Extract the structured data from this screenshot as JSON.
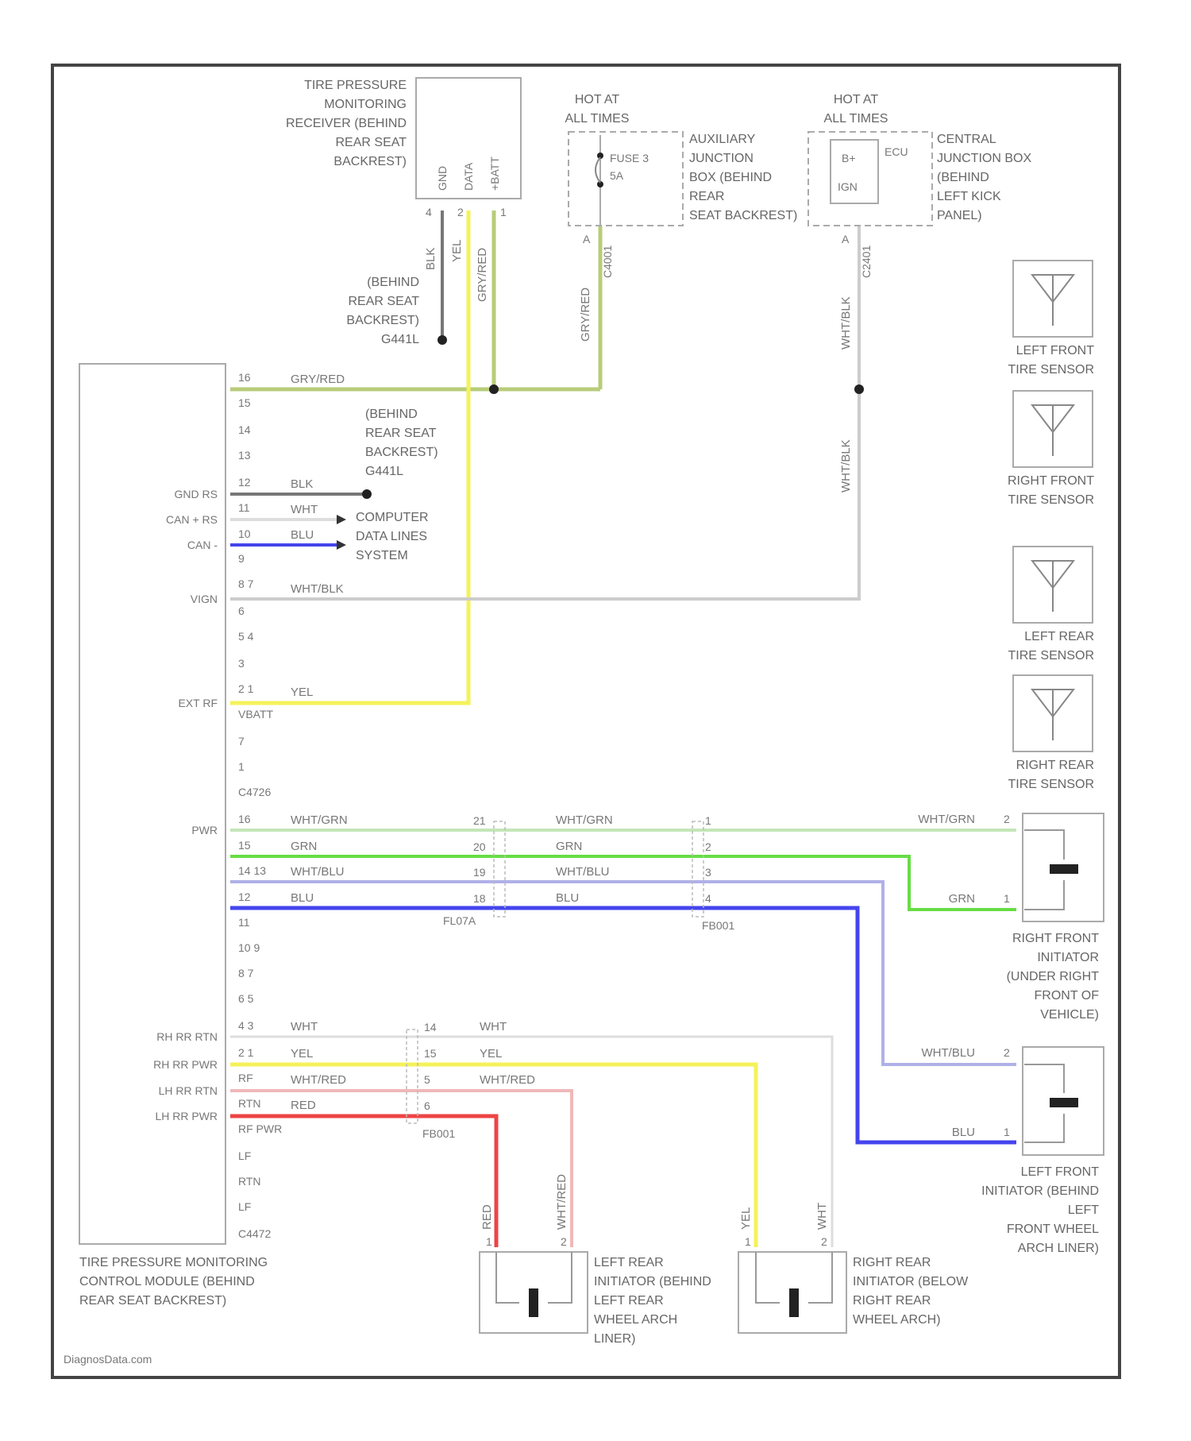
{
  "wire_colors": {
    "gry_red": "#b8cc7a",
    "yel": "#f4f25a",
    "blk": "#777777",
    "wht": "#dddddd",
    "blu": "#4444ee",
    "wht_blu": "#b0b0e8",
    "grn": "#66dd44",
    "wht_grn": "#c4e6b8",
    "wht_red": "#f0b8b8",
    "red": "#ee4444"
  },
  "receiver": {
    "label_lines": [
      "TIRE PRESSURE",
      "MONITORING",
      "RECEIVER (BEHIND",
      "REAR SEAT",
      "BACKREST)"
    ],
    "pins": [
      "GND",
      "DATA",
      "+BATT"
    ],
    "pin_numbers": [
      "4",
      "2",
      "1"
    ],
    "wires": [
      "BLK",
      "YEL",
      "GRY/RED"
    ]
  },
  "ground_g1": {
    "label_lines": [
      "(BEHIND",
      "REAR SEAT",
      "BACKREST)",
      "G441L"
    ]
  },
  "aux_junction": {
    "hot_label": [
      "HOT AT",
      "ALL TIMES"
    ],
    "fuse_lines": [
      "FUSE 3",
      "5A"
    ],
    "label_lines": [
      "AUXILIARY",
      "JUNCTION",
      "BOX (BEHIND",
      "REAR",
      "SEAT BACKREST)"
    ],
    "pin": "A",
    "connector": "C4001",
    "wire": "GRY/RED"
  },
  "central_junction": {
    "hot_label": [
      "HOT AT",
      "ALL TIMES"
    ],
    "inner": [
      "B+",
      "IGN"
    ],
    "side": "ECU",
    "label_lines": [
      "CENTRAL",
      "JUNCTION BOX",
      "(BEHIND",
      "LEFT KICK",
      "PANEL)"
    ],
    "pin": "A",
    "connector": "C2401",
    "wire": "WHT/BLK"
  },
  "module": {
    "label_lines": [
      "TIRE PRESSURE MONITORING",
      "CONTROL MODULE (BEHIND",
      "REAR SEAT BACKREST)"
    ],
    "side_labels": [
      "GND RS",
      "CAN + RS",
      "CAN -",
      "VIGN",
      "EXT RF",
      "PWR",
      "RH RR RTN",
      "RH RR PWR",
      "LH RR RTN",
      "LH RR PWR"
    ],
    "pins": [
      "16",
      "15",
      "14",
      "13",
      "12",
      "11",
      "10",
      "9",
      "8 7",
      "6",
      "5 4",
      "3",
      "2 1",
      "VBATT",
      "7",
      "1",
      "C4726",
      "16",
      "15",
      "14 13",
      "12",
      "11",
      "10 9",
      "8 7",
      "6 5",
      "4 3",
      "2 1",
      "RF",
      "RTN",
      "RF PWR",
      "LF",
      "RTN",
      "LF",
      "C4472"
    ],
    "wire_labels": [
      "GRY/RED",
      "BLK",
      "WHT",
      "BLU",
      "WHT/BLK",
      "YEL",
      "WHT/GRN",
      "GRN",
      "WHT/BLU",
      "BLU",
      "WHT",
      "YEL",
      "WHT/RED",
      "RED"
    ]
  },
  "data_lines": [
    "COMPUTER",
    "DATA LINES",
    "SYSTEM"
  ],
  "connector_c4": {
    "pins_left": [
      "21",
      "20",
      "19",
      "18"
    ],
    "name": "FL07A",
    "pins_right": [
      "1",
      "2",
      "3",
      "4"
    ],
    "name_right": "FB001",
    "wires_mid": [
      "WHT/GRN",
      "GRN",
      "WHT/BLU",
      "BLU"
    ]
  },
  "connector_c5": {
    "pins": [
      "14",
      "15",
      "5",
      "6"
    ],
    "name": "FB001",
    "wires_mid": [
      "WHT",
      "YEL",
      "WHT/RED"
    ]
  },
  "sensors": [
    {
      "label_lines": [
        "LEFT FRONT",
        "TIRE SENSOR"
      ]
    },
    {
      "label_lines": [
        "RIGHT FRONT",
        "TIRE SENSOR"
      ]
    },
    {
      "label_lines": [
        "LEFT REAR",
        "TIRE SENSOR"
      ]
    },
    {
      "label_lines": [
        "RIGHT REAR",
        "TIRE SENSOR"
      ]
    }
  ],
  "rf_initiator": {
    "label_lines": [
      "RIGHT FRONT",
      "INITIATOR",
      "(UNDER RIGHT",
      "FRONT OF",
      "VEHICLE)"
    ],
    "wires": [
      "WHT/GRN",
      "GRN"
    ],
    "pins": [
      "2",
      "1"
    ]
  },
  "lf_initiator": {
    "label_lines": [
      "LEFT FRONT",
      "INITIATOR (BEHIND",
      "LEFT",
      "FRONT WHEEL",
      "ARCH LINER)"
    ],
    "wires": [
      "WHT/BLU",
      "BLU"
    ],
    "pins": [
      "2",
      "1"
    ]
  },
  "lr_initiator": {
    "label_lines": [
      "LEFT REAR",
      "INITIATOR (BEHIND",
      "LEFT REAR",
      "WHEEL ARCH",
      "LINER)"
    ],
    "wires": [
      "RED",
      "WHT/RED"
    ],
    "pins": [
      "1",
      "2"
    ]
  },
  "rr_initiator": {
    "label_lines": [
      "RIGHT REAR",
      "INITIATOR (BELOW",
      "RIGHT REAR",
      "WHEEL ARCH)"
    ],
    "wires": [
      "YEL",
      "WHT"
    ],
    "pins": [
      "1",
      "2"
    ]
  },
  "watermark": "DiagnosData.com"
}
